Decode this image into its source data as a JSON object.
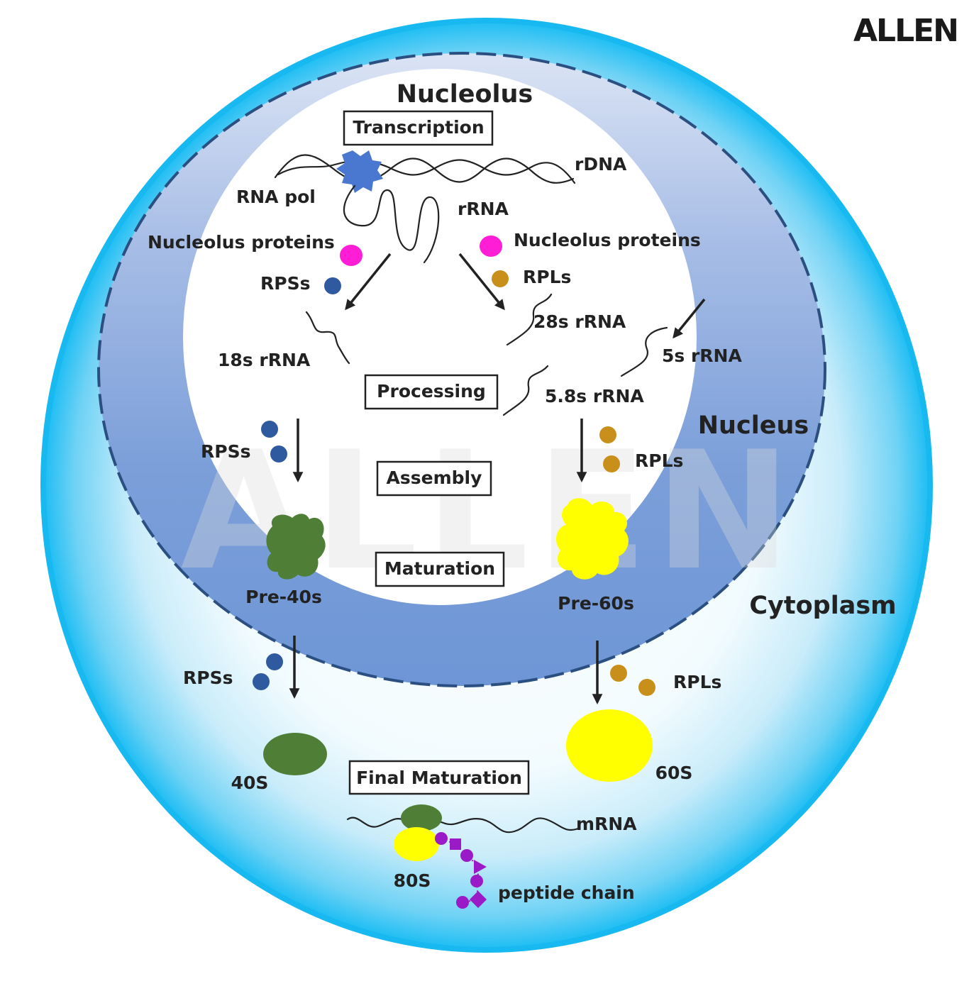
{
  "logo_text": "ALLEN",
  "watermark_text": "ALLEN",
  "regions": {
    "nucleolus": "Nucleolus",
    "nucleus": "Nucleus",
    "cytoplasm": "Cytoplasm"
  },
  "steps": {
    "transcription": "Transcription",
    "processing": "Processing",
    "assembly": "Assembly",
    "maturation": "Maturation",
    "final_maturation": "Final Maturation"
  },
  "labels": {
    "rdna": "rDNA",
    "rna_pol": "RNA pol",
    "rrna": "rRNA",
    "nucleolus_proteins_left": "Nucleolus proteins",
    "nucleolus_proteins_right": "Nucleolus proteins",
    "rpss_top": "RPSs",
    "rpls_top": "RPLs",
    "rrna_18s": "18s rRNA",
    "rrna_28s": "28s rRNA",
    "rrna_5s": "5s rRNA",
    "rrna_58s": "5.8s rRNA",
    "rpss_mid": "RPSs",
    "rpls_mid": "RPLs",
    "pre40s": "Pre-40s",
    "pre60s": "Pre-60s",
    "rpss_bottom": "RPSs",
    "rpls_bottom": "RPLs",
    "s40": "40S",
    "s60": "60S",
    "mrna": "mRNA",
    "s80": "80S",
    "peptide_chain": "peptide chain"
  },
  "colors": {
    "cytoplasm_edge": "#1fc0f5",
    "nucleus": "#7096d6",
    "rpss": "#2f5aa0",
    "rpls": "#c8901a",
    "nucleolus_proteins": "#ff1ed6",
    "rna_pol": "#4a78d0",
    "small_subunit": "#4f7f36",
    "large_subunit": "#ffff00",
    "peptide": "#9a1ac8"
  }
}
